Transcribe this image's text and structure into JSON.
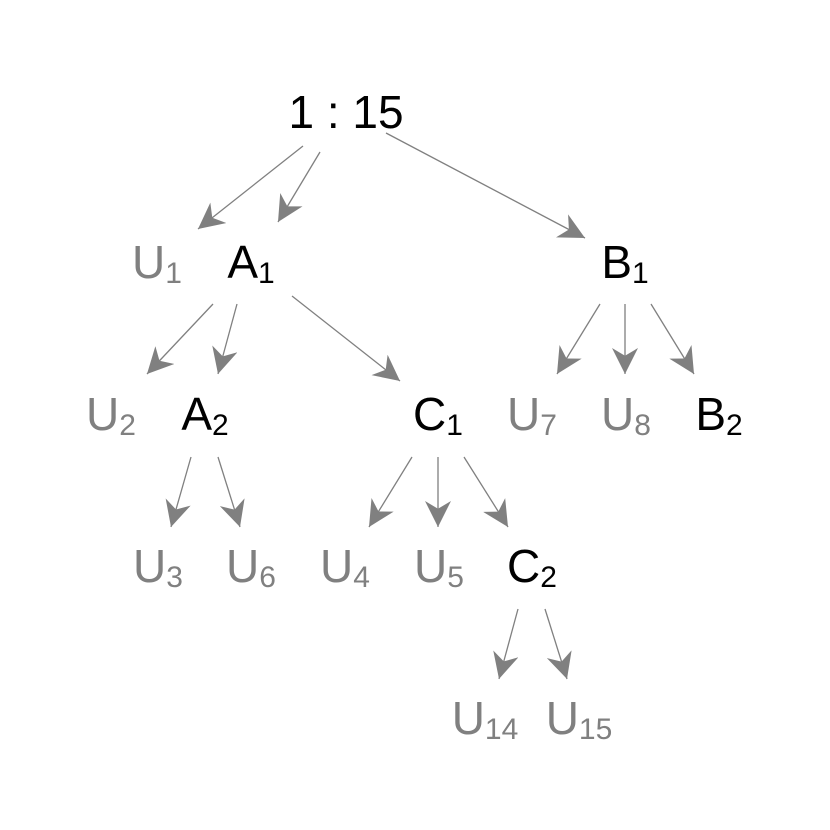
{
  "colors": {
    "internal": "#000000",
    "leaf": "#808080",
    "edge": "#808080"
  },
  "nodes": {
    "root": {
      "main": "1 : 15",
      "sub": ""
    },
    "u1": {
      "main": "U",
      "sub": "1"
    },
    "a1": {
      "main": "A",
      "sub": "1"
    },
    "b1": {
      "main": "B",
      "sub": "1"
    },
    "u2": {
      "main": "U",
      "sub": "2"
    },
    "a2": {
      "main": "A",
      "sub": "2"
    },
    "c1": {
      "main": "C",
      "sub": "1"
    },
    "u7": {
      "main": "U",
      "sub": "7"
    },
    "u8": {
      "main": "U",
      "sub": "8"
    },
    "b2": {
      "main": "B",
      "sub": "2"
    },
    "u3": {
      "main": "U",
      "sub": "3"
    },
    "u6": {
      "main": "U",
      "sub": "6"
    },
    "u4": {
      "main": "U",
      "sub": "4"
    },
    "u5": {
      "main": "U",
      "sub": "5"
    },
    "c2": {
      "main": "C",
      "sub": "2"
    },
    "u14": {
      "main": "U",
      "sub": "14"
    },
    "u15": {
      "main": "U",
      "sub": "15"
    }
  }
}
